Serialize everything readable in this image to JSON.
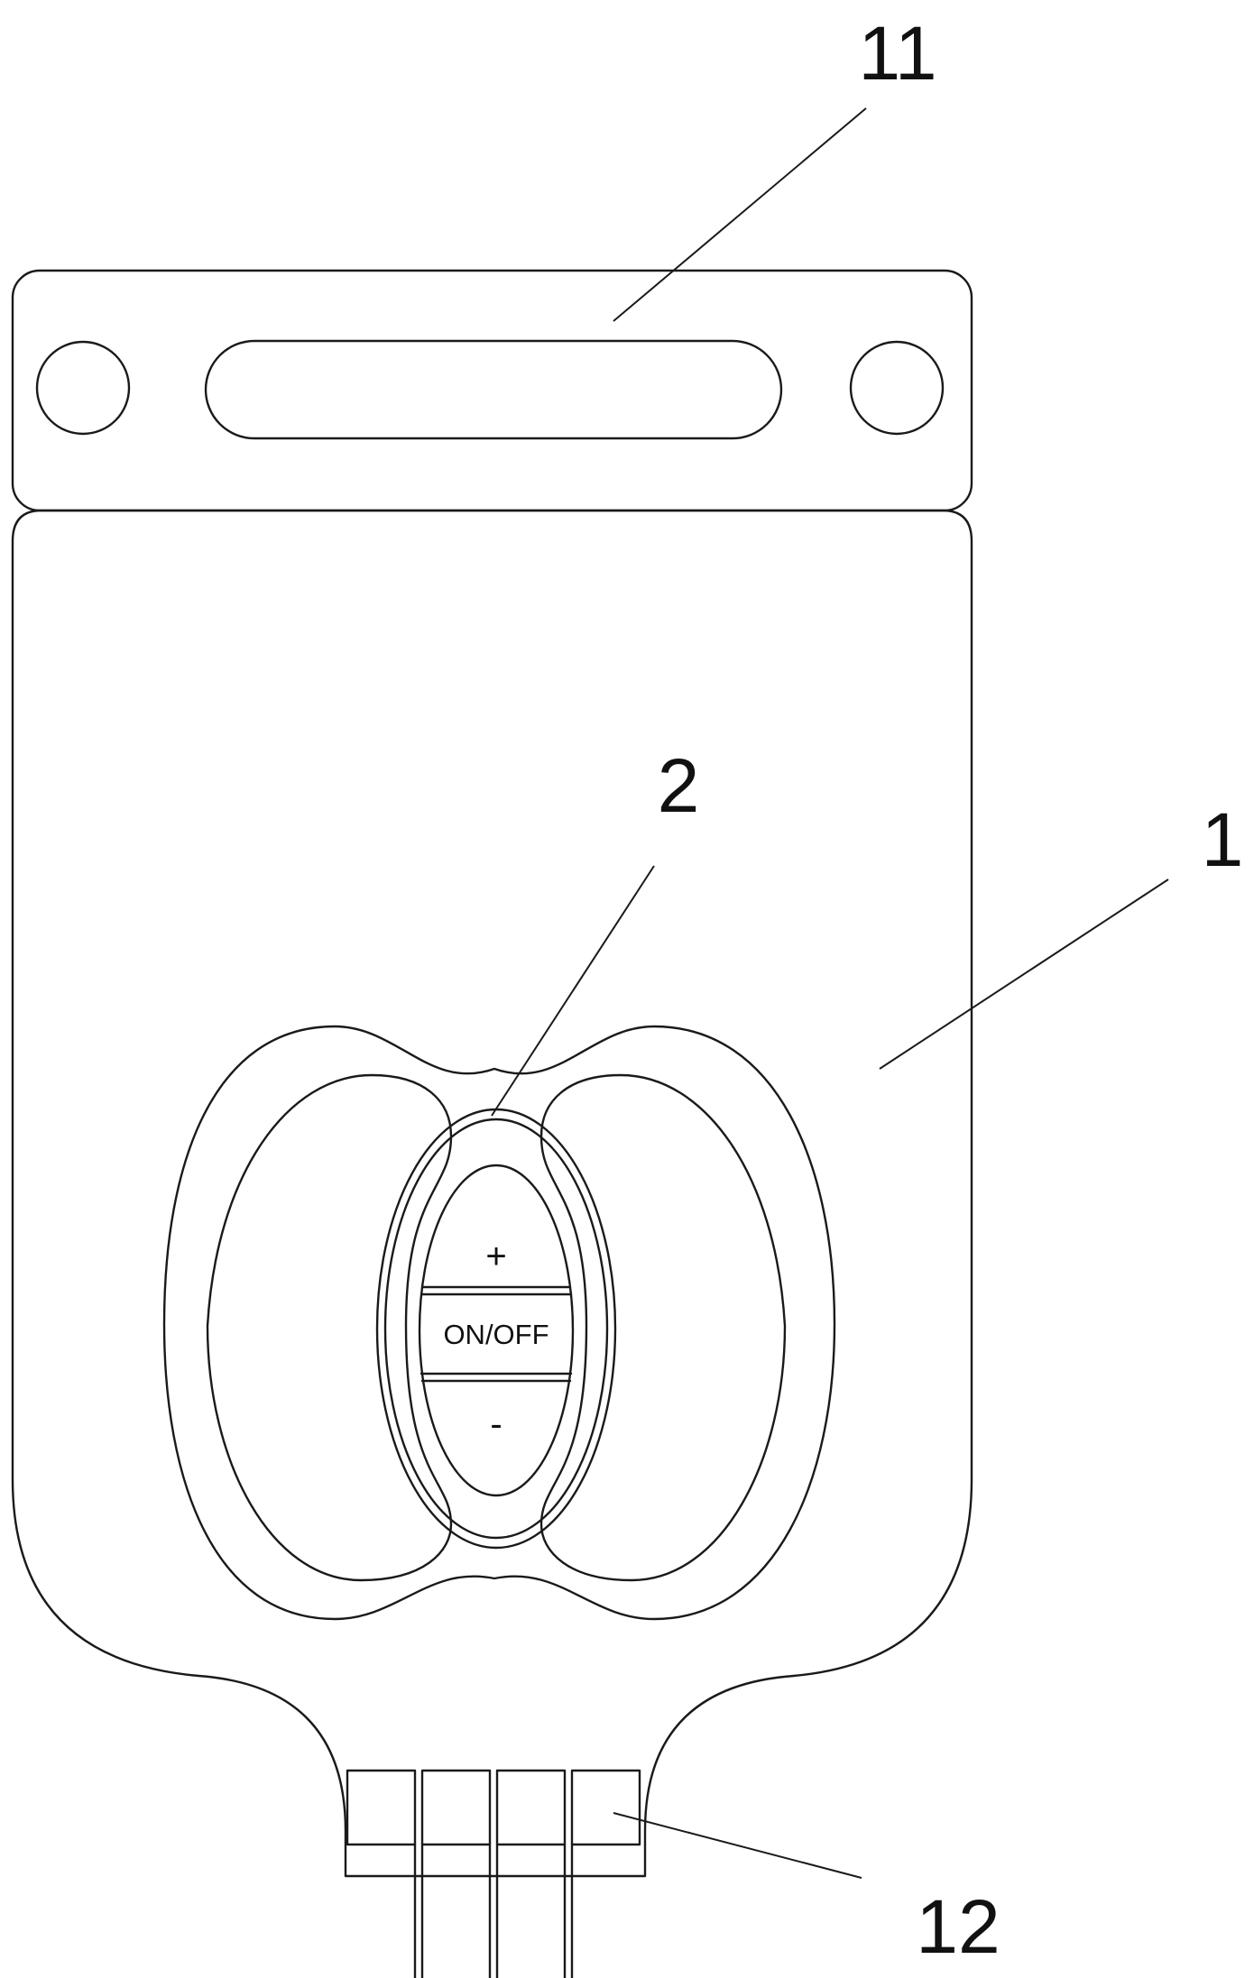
{
  "reference_labels": {
    "strap": "11",
    "body": "1",
    "control_panel": "2",
    "electrodes": "12"
  },
  "buttons": {
    "plus": "+",
    "power": "ON/OFF",
    "minus": "-"
  },
  "colors": {
    "line": "#1a1a1a",
    "background": "#ffffff"
  }
}
